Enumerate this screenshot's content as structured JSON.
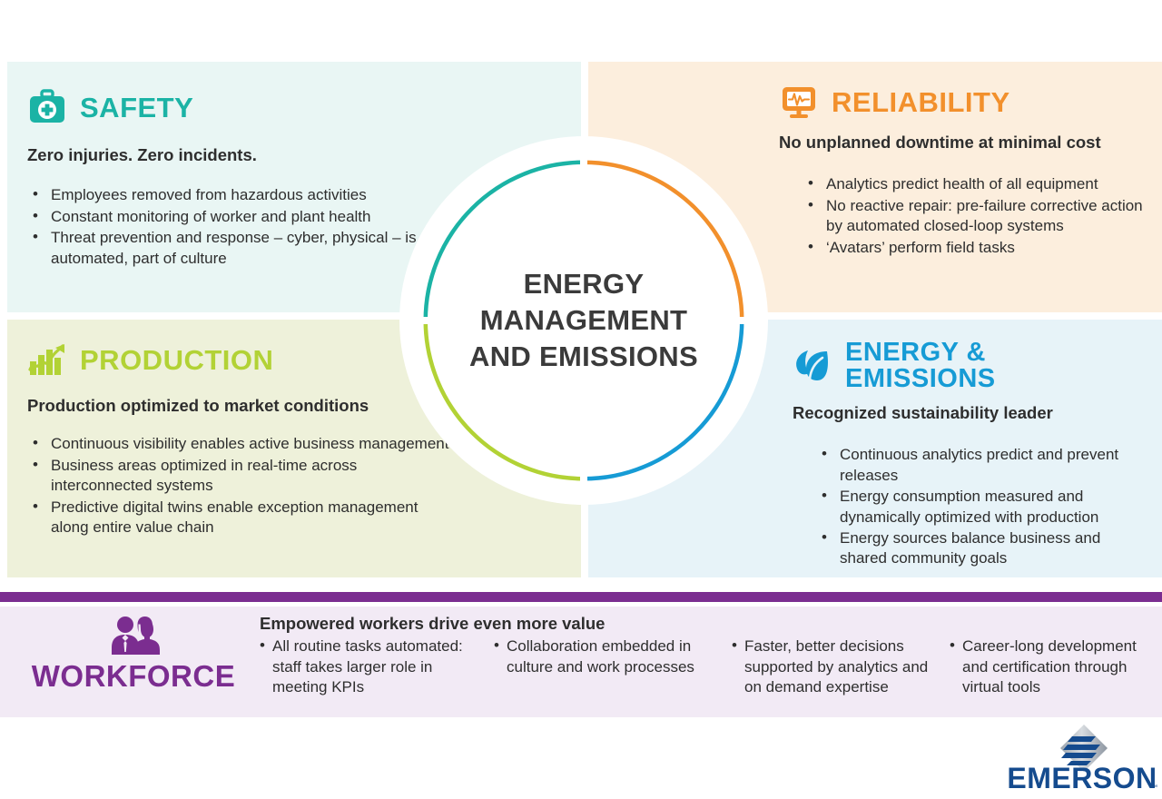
{
  "center": {
    "title": "ENERGY\nMANAGEMENT\nAND EMISSIONS",
    "ring_colors": {
      "top_left": "#1bb3a5",
      "top_right": "#f2902c",
      "bottom_right": "#169bd5",
      "bottom_left": "#b2d235"
    }
  },
  "quadrants": [
    {
      "key": "safety",
      "title": "SAFETY",
      "icon": "first-aid-kit-icon",
      "color": "#1bb3a5",
      "background": "#e9f6f4",
      "subtitle": "Zero injuries. Zero incidents.",
      "bullets": [
        "Employees removed from hazardous activities",
        "Constant monitoring of worker and plant health",
        "Threat prevention and response – cyber, physical – is automated, part of culture"
      ]
    },
    {
      "key": "reliability",
      "title": "RELIABILITY",
      "icon": "monitor-pulse-icon",
      "color": "#f2902c",
      "background": "#fceedd",
      "subtitle": "No unplanned downtime at minimal cost",
      "bullets": [
        "Analytics predict health of all equipment",
        "No reactive repair: pre-failure corrective action by automated closed-loop systems",
        "‘Avatars’ perform field tasks"
      ]
    },
    {
      "key": "production",
      "title": "PRODUCTION",
      "icon": "bar-chart-trend-icon",
      "color": "#b2d235",
      "background": "#eef1da",
      "subtitle": "Production optimized to market conditions",
      "bullets": [
        "Continuous visibility enables active business management",
        "Business areas optimized in real-time across interconnected systems",
        "Predictive digital twins enable exception management along entire value chain"
      ]
    },
    {
      "key": "energy",
      "title": "ENERGY &\nEMISSIONS",
      "icon": "leaf-icon",
      "color": "#169bd5",
      "background": "#e7f3f8",
      "subtitle": "Recognized sustainability leader",
      "bullets": [
        "Continuous analytics predict and prevent releases",
        "Energy consumption measured and dynamically optimized with production",
        "Energy sources balance business and shared community goals"
      ]
    }
  ],
  "workforce": {
    "label": "WORKFORCE",
    "icon": "people-group-icon",
    "color": "#7b2d90",
    "background": "#f2eaf5",
    "headline": "Empowered workers drive even more value",
    "columns": [
      "All routine tasks automated: staff takes larger role in meeting KPIs",
      "Collaboration embedded in culture and work processes",
      "Faster, better decisions supported by analytics and on demand expertise",
      "Career-long development and certification through virtual tools"
    ]
  },
  "brand": {
    "name": "EMERSON",
    "trademark": "™",
    "logo_icon": "emerson-diamond-logo",
    "color": "#154b8e"
  }
}
